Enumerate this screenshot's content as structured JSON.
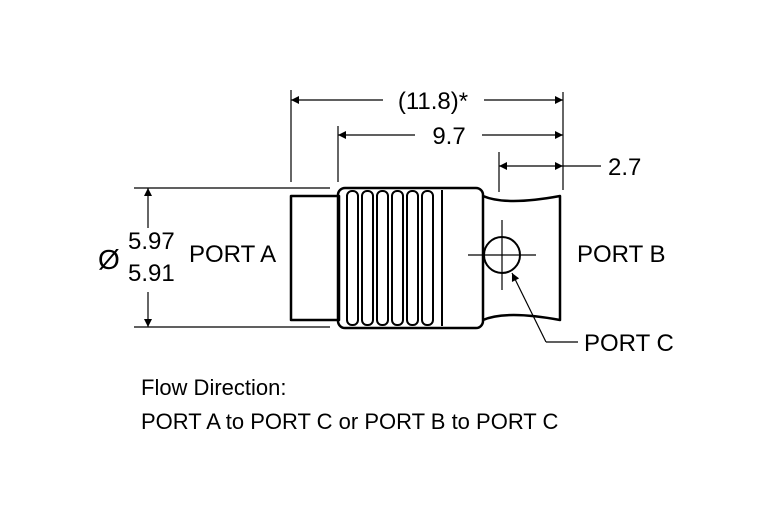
{
  "dimensions": {
    "overall_length": "(11.8)*",
    "body_length": "9.7",
    "port_b_length": "2.7",
    "diameter_symbol": "Ø",
    "diameter_max": "5.97",
    "diameter_min": "5.91"
  },
  "ports": {
    "a": "PORT A",
    "b": "PORT B",
    "c": "PORT C"
  },
  "notes": {
    "title": "Flow Direction:",
    "text": "PORT A to PORT C or PORT B to PORT C"
  }
}
